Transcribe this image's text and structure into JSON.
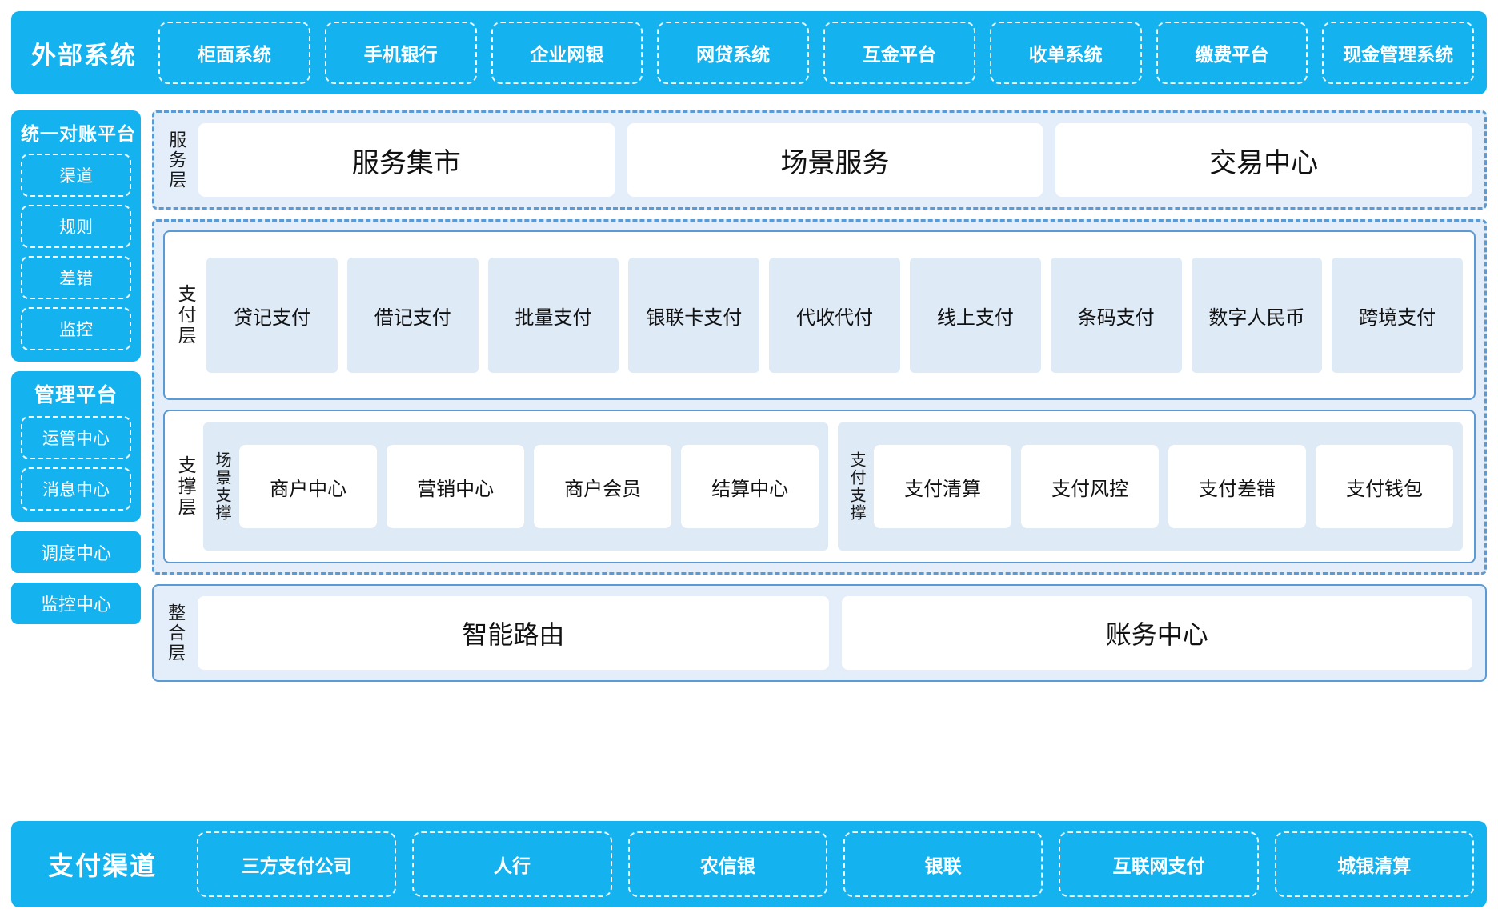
{
  "external": {
    "title": "外部系统",
    "items": [
      "柜面系统",
      "手机银行",
      "企业网银",
      "网贷系统",
      "互金平台",
      "收单系统",
      "缴费平台",
      "现金管理系统"
    ]
  },
  "rail": {
    "reconcile": {
      "title": "统一对账平台",
      "items": [
        "渠道",
        "规则",
        "差错",
        "监控"
      ]
    },
    "manage": {
      "title": "管理平台",
      "items": [
        "运管中心",
        "消息中心"
      ]
    },
    "standalone": [
      "调度中心",
      "监控中心"
    ]
  },
  "service_layer": {
    "label": "服务层",
    "items": [
      "服务集市",
      "场景服务",
      "交易中心"
    ]
  },
  "payment_layer": {
    "label": "支付层",
    "items": [
      "贷记支付",
      "借记支付",
      "批量支付",
      "银联卡支付",
      "代收代付",
      "线上支付",
      "条码支付",
      "数字人民币",
      "跨境支付"
    ]
  },
  "support_layer": {
    "label": "支撑层",
    "scene_support": {
      "label": "场景支撑",
      "items": [
        "商户中心",
        "营销中心",
        "商户会员",
        "结算中心"
      ]
    },
    "pay_support": {
      "label": "支付支撑",
      "items": [
        "支付清算",
        "支付风控",
        "支付差错",
        "支付钱包"
      ]
    }
  },
  "integration_layer": {
    "label": "整合层",
    "items": [
      "智能路由",
      "账务中心"
    ]
  },
  "channels": {
    "title": "支付渠道",
    "items": [
      "三方支付公司",
      "人行",
      "农信银",
      "银联",
      "互联网支付",
      "城银清算"
    ]
  },
  "colors": {
    "cyan": "#14b2ef",
    "dash_blue": "#5b9bd5",
    "light_blue_bg": "#e3eefa",
    "chip_blue": "#dfeaf7"
  }
}
